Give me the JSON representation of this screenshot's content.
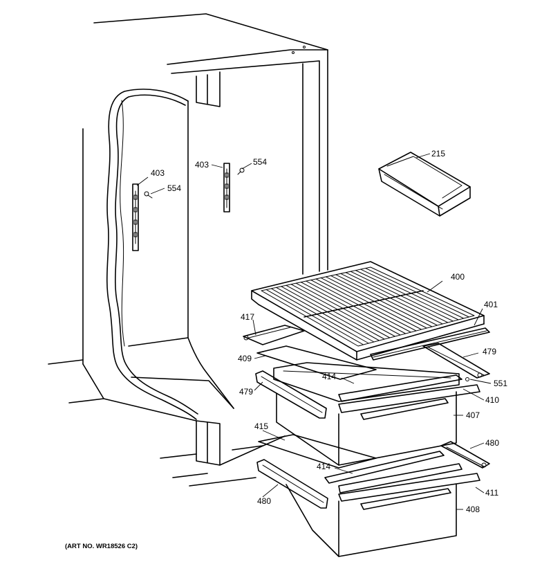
{
  "parts": [
    {
      "id": "p215",
      "label": "215"
    },
    {
      "id": "p400",
      "label": "400"
    },
    {
      "id": "p401",
      "label": "401"
    },
    {
      "id": "p403a",
      "label": "403"
    },
    {
      "id": "p554a",
      "label": "554"
    },
    {
      "id": "p403b",
      "label": "403"
    },
    {
      "id": "p554b",
      "label": "554"
    },
    {
      "id": "p417",
      "label": "417"
    },
    {
      "id": "p409",
      "label": "409"
    },
    {
      "id": "p479a",
      "label": "479"
    },
    {
      "id": "p479b",
      "label": "479"
    },
    {
      "id": "p414a",
      "label": "414"
    },
    {
      "id": "p551",
      "label": "551"
    },
    {
      "id": "p410",
      "label": "410"
    },
    {
      "id": "p407",
      "label": "407"
    },
    {
      "id": "p415",
      "label": "415"
    },
    {
      "id": "p480a",
      "label": "480"
    },
    {
      "id": "p480b",
      "label": "480"
    },
    {
      "id": "p414b",
      "label": "414"
    },
    {
      "id": "p411",
      "label": "411"
    },
    {
      "id": "p408",
      "label": "408"
    }
  ],
  "art_number": "(ART NO. WR18526 C2)"
}
